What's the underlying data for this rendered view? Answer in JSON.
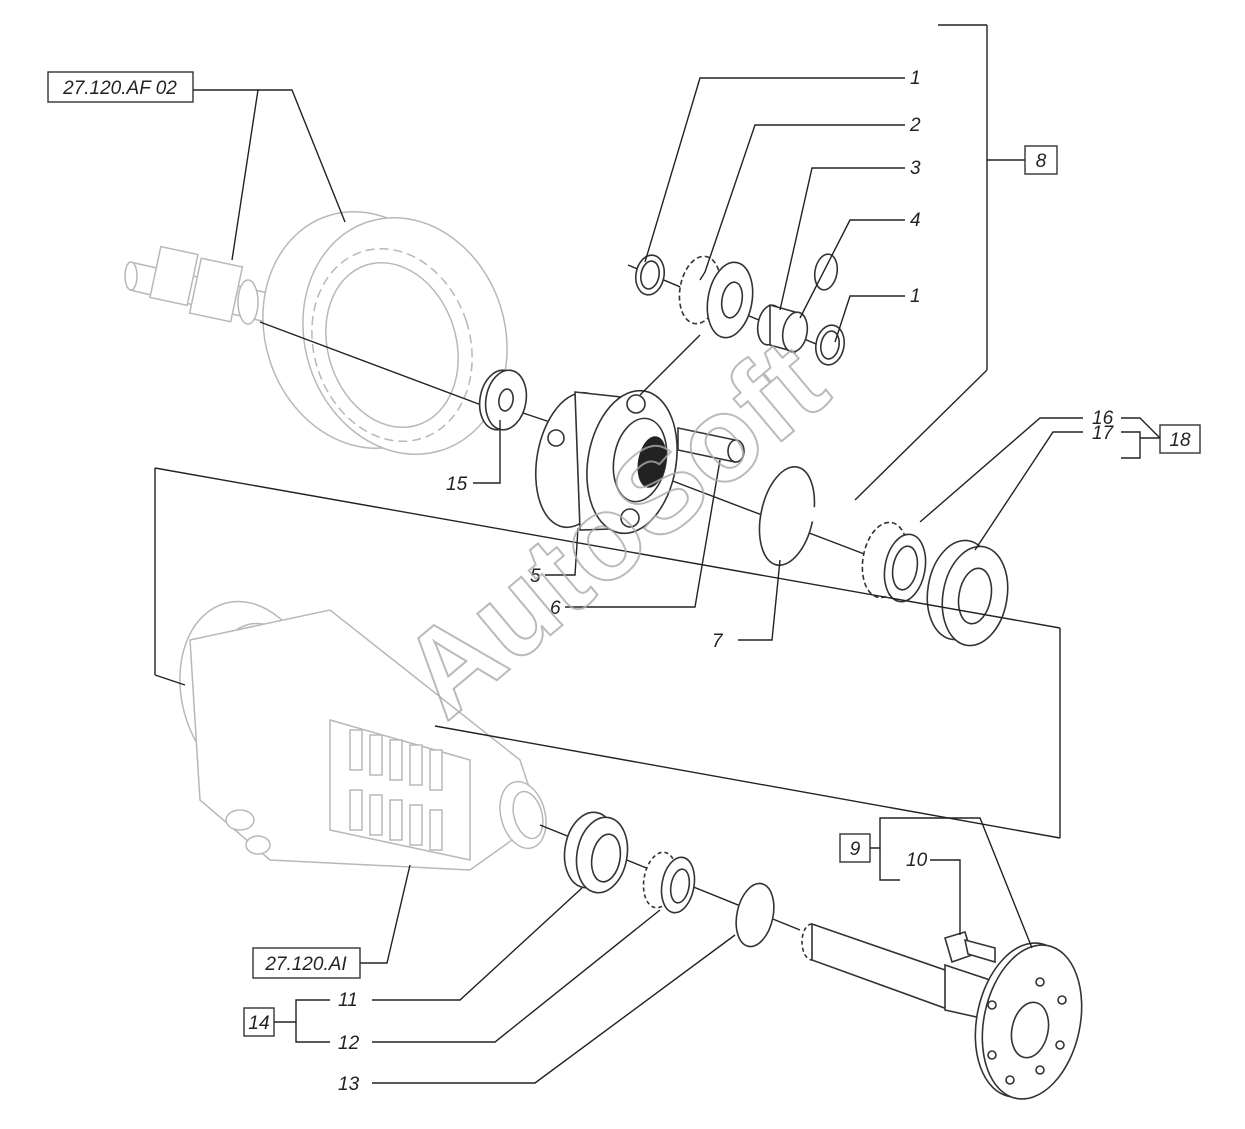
{
  "watermark": "AutoSoft",
  "callouts": {
    "n1a": "1",
    "n2": "2",
    "n3": "3",
    "n4": "4",
    "n1b": "1",
    "n5": "5",
    "n6": "6",
    "n7": "7",
    "n10": "10",
    "n11": "11",
    "n12": "12",
    "n13": "13",
    "n15": "15",
    "n16": "16",
    "n17": "17"
  },
  "groups": {
    "g8": "8",
    "g9": "9",
    "g14": "14",
    "g18": "18"
  },
  "references": {
    "ref_top": "27.120.AF 02",
    "ref_housing": "27.120.AI"
  }
}
